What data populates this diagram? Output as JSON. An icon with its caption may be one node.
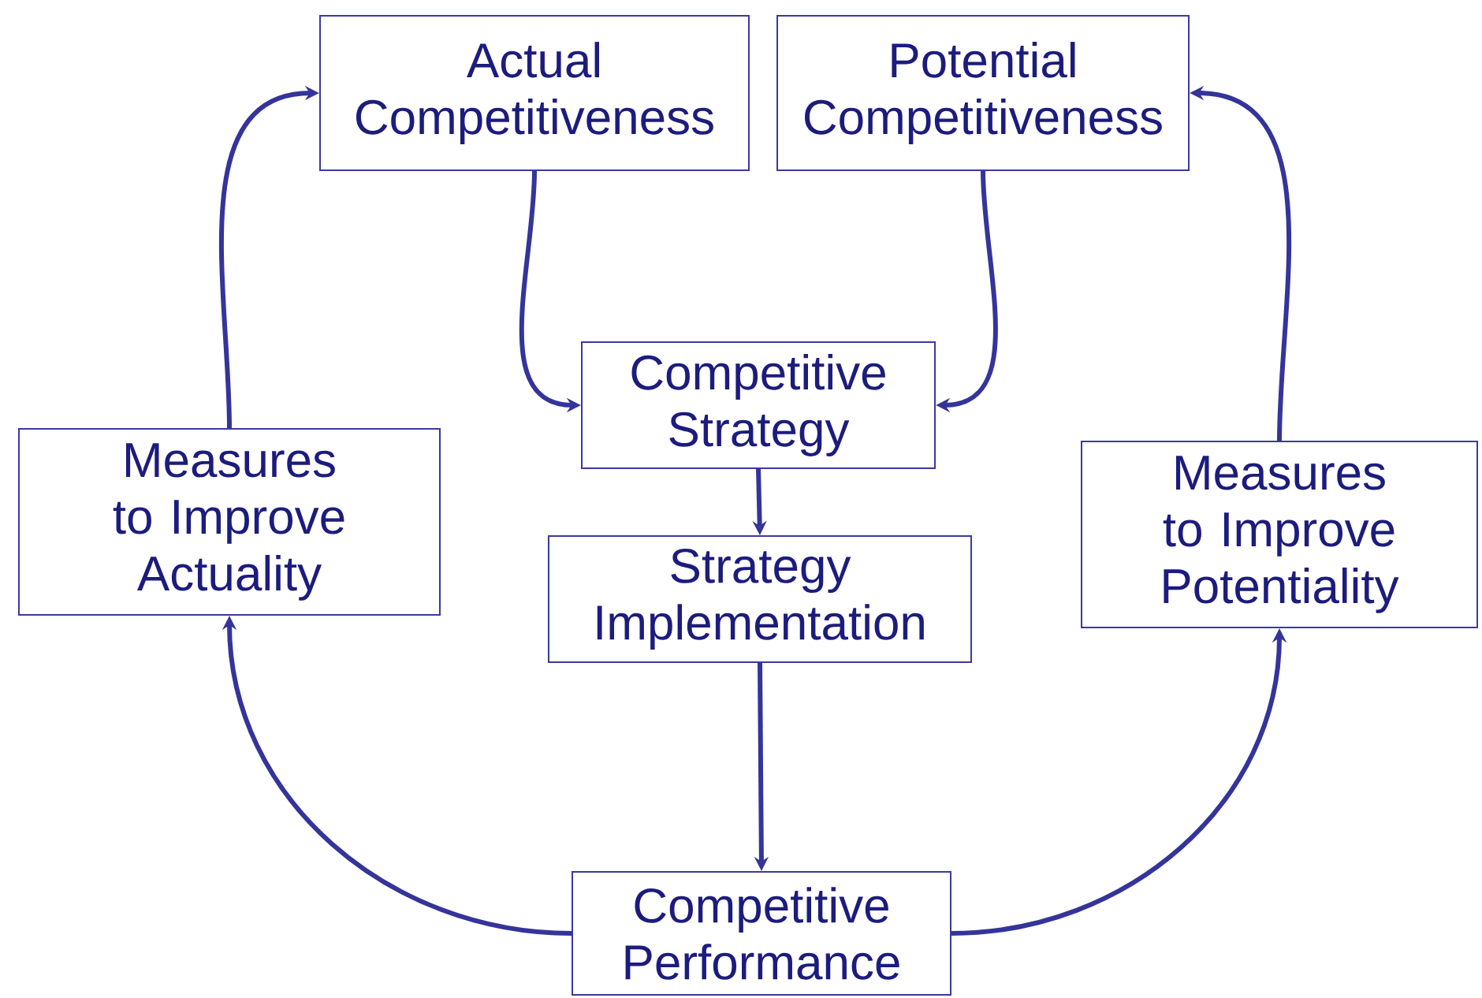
{
  "diagram": {
    "nodes": [
      {
        "text": [
          "Actual Competitiveness"
        ]
      },
      {
        "text": [
          "Potential Competitiveness"
        ]
      },
      {
        "text": [
          "Competitive Strategy"
        ]
      },
      {
        "text": [
          "Strategy Implementation"
        ]
      },
      {
        "text": [
          "Competitive Performance"
        ]
      },
      {
        "text": [
          "Measures to Improve Actuality"
        ]
      },
      {
        "text": [
          "Measures to Improve Potentiality"
        ]
      }
    ],
    "edges": [
      {
        "from": 0,
        "to": 2,
        "arrow": "to"
      },
      {
        "from": 1,
        "to": 2,
        "arrow": "to"
      },
      {
        "from": 2,
        "to": 3,
        "arrow": "to"
      },
      {
        "from": 3,
        "to": 4,
        "arrow": "to"
      },
      {
        "from": 4,
        "to": 5,
        "arrow": "to"
      },
      {
        "from": 4,
        "to": 6,
        "arrow": "to"
      },
      {
        "from": 5,
        "to": 0,
        "arrow": "to"
      },
      {
        "from": 6,
        "to": 1,
        "arrow": "to"
      }
    ]
  }
}
